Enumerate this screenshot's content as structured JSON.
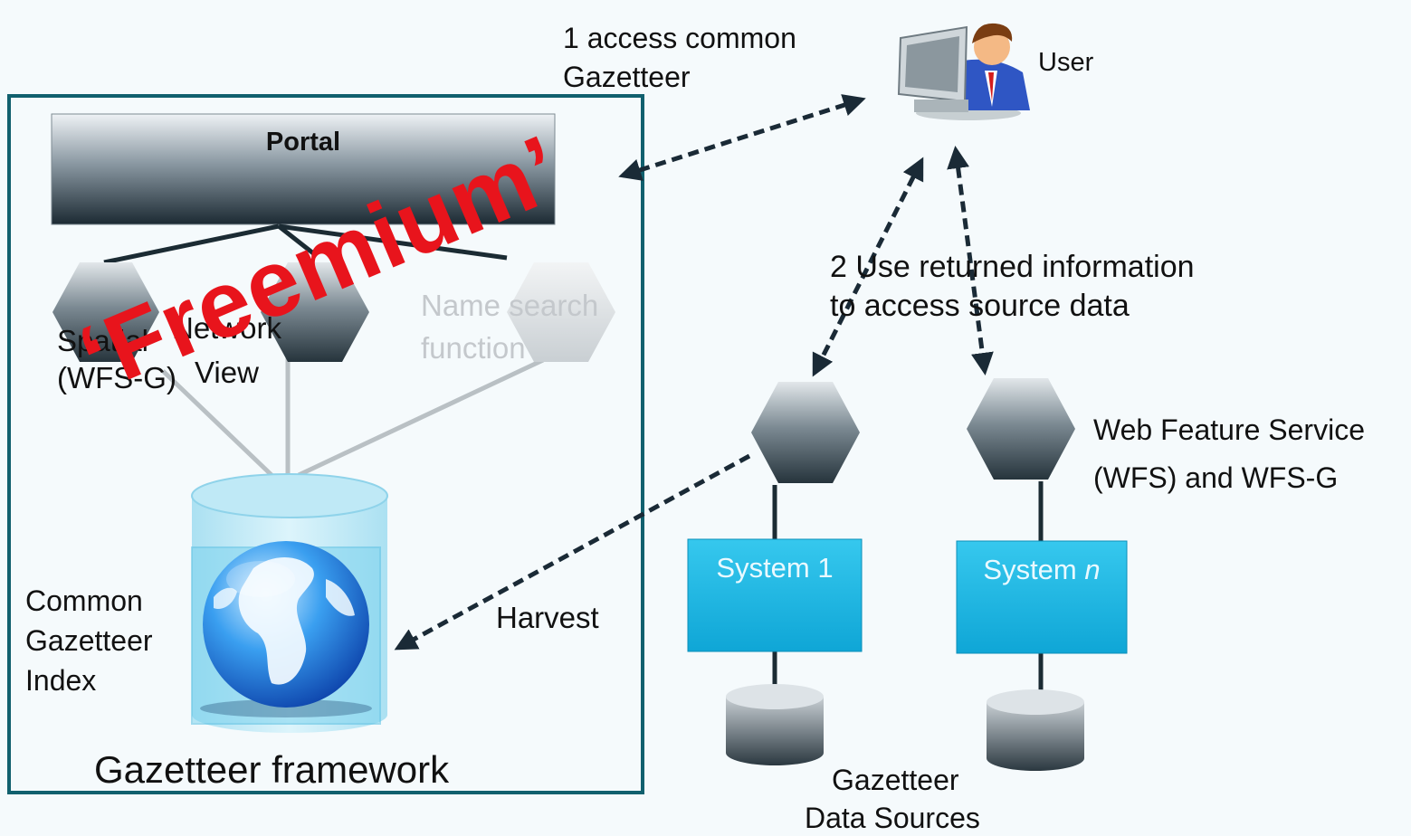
{
  "portal": {
    "label": "Portal"
  },
  "framework": {
    "title": "Gazetteer framework",
    "index_label_1": "Common",
    "index_label_2": "Gazetteer",
    "index_label_3": "Index"
  },
  "services": {
    "spatial_1": "Spatial",
    "spatial_2": "(WFS-G)",
    "network_1": "Network",
    "network_2": "View",
    "name_search_1": "Name search",
    "name_search_2": "function"
  },
  "overlay": {
    "freemium": "‘Freemium’"
  },
  "user": {
    "label": "User"
  },
  "steps": {
    "step1_line1": "1 access common",
    "step1_line2": "Gazetteer",
    "step2_line1": "2 Use returned information",
    "step2_line2": "to access source data",
    "harvest": "Harvest"
  },
  "systems": {
    "system1": "System 1",
    "systemn_prefix": "System ",
    "systemn_suffix": "n"
  },
  "wfs": {
    "line1": "Web Feature Service",
    "line2": "(WFS) and WFS-G"
  },
  "sources": {
    "line1": "Gazetteer",
    "line2": "Data Sources"
  },
  "icons": [
    "user-computer-icon",
    "globe-icon",
    "database-icon"
  ]
}
